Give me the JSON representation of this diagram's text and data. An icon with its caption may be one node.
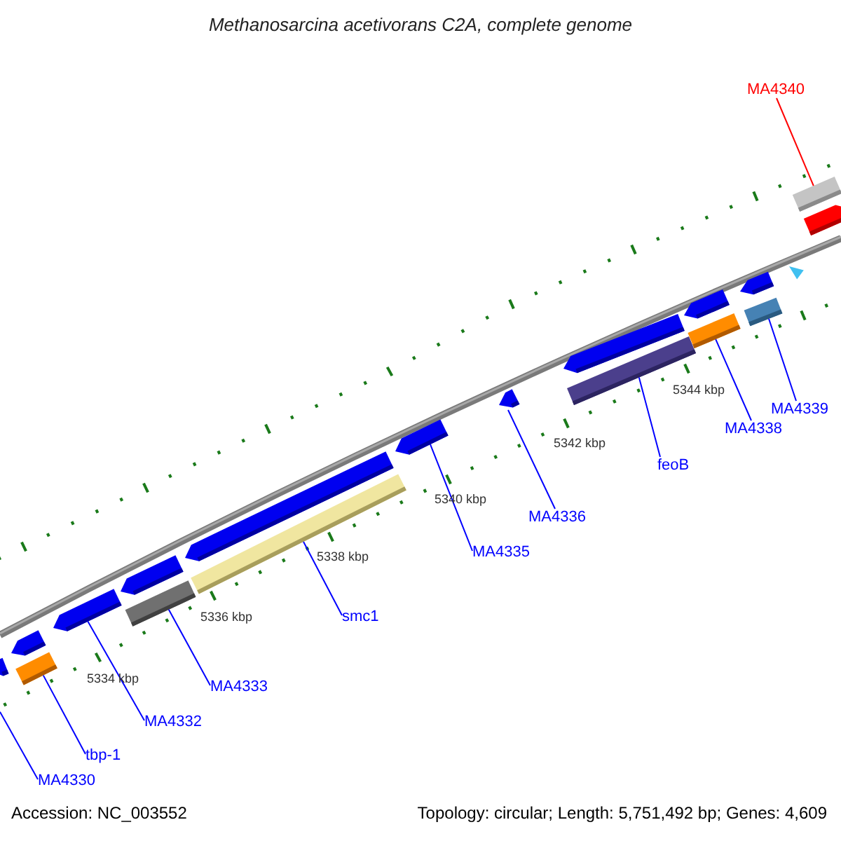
{
  "diagram": {
    "title": "Methanosarcina acetivorans C2A, complete genome",
    "nodes": [
      {
        "text": [],
        "shape": "arrow"
      },
      {
        "text": [],
        "shape": "arrow"
      },
      {
        "text": [],
        "shape": "bar"
      },
      {
        "text": [],
        "shape": "arrow"
      },
      {
        "text": [],
        "shape": "arrow"
      },
      {
        "text": [],
        "shape": "bar"
      },
      {
        "text": [],
        "shape": "bar"
      },
      {
        "text": [],
        "shape": "arrow"
      },
      {
        "text": [],
        "shape": "arrow"
      },
      {
        "text": [],
        "shape": "arrow"
      },
      {
        "text": [],
        "shape": "arrow"
      },
      {
        "text": [],
        "shape": "bar"
      },
      {
        "text": [],
        "shape": "arrow"
      },
      {
        "text": [],
        "shape": "bar"
      },
      {
        "text": [],
        "shape": "arrow"
      },
      {
        "text": [],
        "shape": "bar"
      },
      {
        "text": [],
        "shape": "triangle"
      },
      {
        "text": [],
        "shape": "bar"
      },
      {
        "text": [],
        "shape": "arrow"
      },
      {
        "text": [
          "MA4340"
        ]
      },
      {
        "text": [
          "MA4330"
        ]
      },
      {
        "text": [
          "tbp-1"
        ]
      },
      {
        "text": [
          "MA4332"
        ]
      },
      {
        "text": [
          "MA4333"
        ]
      },
      {
        "text": [
          "smc1"
        ]
      },
      {
        "text": [
          "MA4335"
        ]
      },
      {
        "text": [
          "MA4336"
        ]
      },
      {
        "text": [
          "feoB"
        ]
      },
      {
        "text": [
          "MA4338"
        ]
      },
      {
        "text": [
          "MA4339"
        ]
      }
    ],
    "edges": [
      {
        "from": 19,
        "to": 17,
        "arrow": "none",
        "color": "#ff0000"
      },
      {
        "from": 20,
        "to": null,
        "arrow": "none"
      },
      {
        "from": 21,
        "to": 2,
        "arrow": "none"
      },
      {
        "from": 22,
        "to": 3,
        "arrow": "none"
      },
      {
        "from": 23,
        "to": 5,
        "arrow": "none"
      },
      {
        "from": 24,
        "to": 6,
        "arrow": "none"
      },
      {
        "from": 25,
        "to": 8,
        "arrow": "none"
      },
      {
        "from": 26,
        "to": 9,
        "arrow": "none"
      },
      {
        "from": 27,
        "to": 11,
        "arrow": "none"
      },
      {
        "from": 28,
        "to": 13,
        "arrow": "none"
      },
      {
        "from": 29,
        "to": 15,
        "arrow": "none"
      }
    ],
    "labels": [
      "5334 kbp",
      "5336 kbp",
      "5338 kbp",
      "5340 kbp",
      "5342 kbp",
      "5344 kbp",
      "Accession: NC_003552",
      "Topology: circular; Length: 5,751,492 bp; Genes: 4,609"
    ]
  }
}
